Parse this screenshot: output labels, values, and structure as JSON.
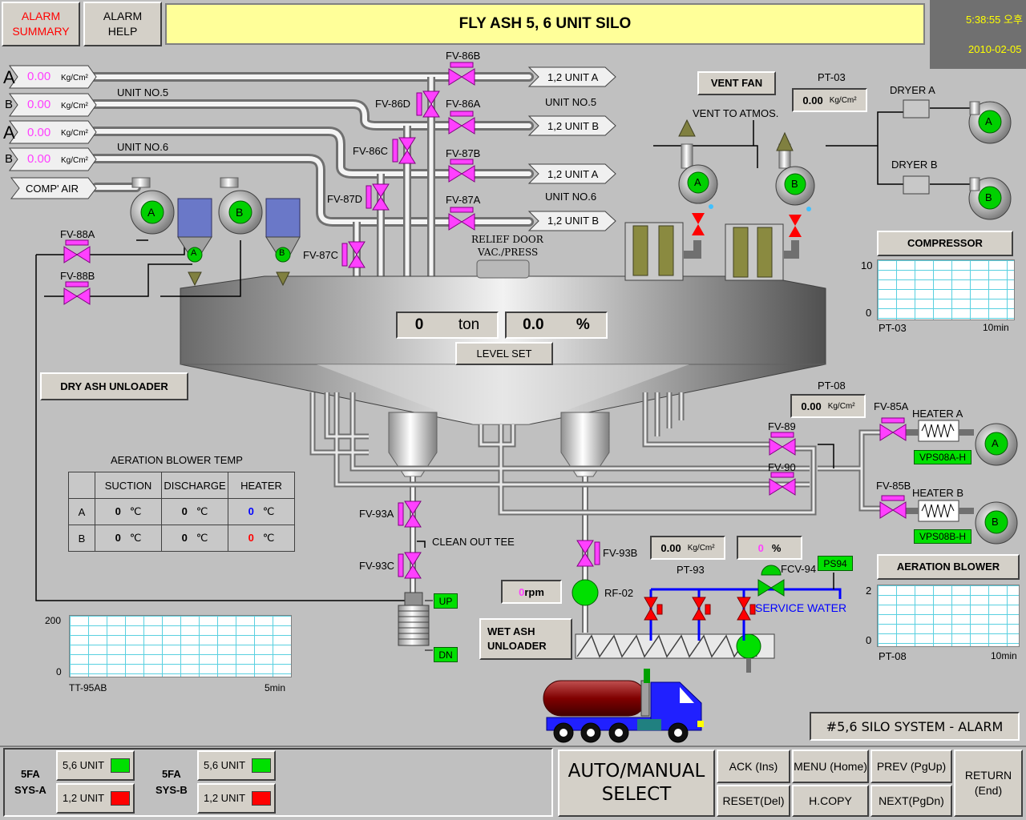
{
  "header": {
    "alarm_summary": "ALARM\nSUMMARY",
    "alarm_help": "ALARM\nHELP",
    "title": "FLY  ASH  5, 6 UNIT SILO",
    "time": "5:38:55 오후",
    "date": "2010-02-05"
  },
  "inlets": [
    {
      "letter": "A",
      "value": "0.00",
      "unit": "Kg/Cm²"
    },
    {
      "letter": "B",
      "value": "0.00",
      "unit": "Kg/Cm²"
    },
    {
      "letter": "A",
      "value": "0.00",
      "unit": "Kg/Cm²"
    },
    {
      "letter": "B",
      "value": "0.00",
      "unit": "Kg/Cm²"
    }
  ],
  "unit_labels": {
    "unit5": "UNIT NO.5",
    "unit6": "UNIT NO.6",
    "unit5_right": "UNIT NO.5",
    "unit6_right": "UNIT NO.6"
  },
  "comp_air": "COMP' AIR",
  "outlets": [
    "1,2 UNIT A",
    "1,2 UNIT B",
    "1,2 UNIT A",
    "1,2 UNIT B"
  ],
  "valves": {
    "fv86b": "FV-86B",
    "fv86d": "FV-86D",
    "fv86a": "FV-86A",
    "fv86c": "FV-86C",
    "fv87b": "FV-87B",
    "fv87d": "FV-87D",
    "fv87a": "FV-87A",
    "fv87c": "FV-87C",
    "fv88a": "FV-88A",
    "fv88b": "FV-88B",
    "fv89": "FV-89",
    "fv90": "FV-90",
    "fv85a": "FV-85A",
    "fv85b": "FV-85B",
    "fv93a": "FV-93A",
    "fv93c": "FV-93C",
    "fv93b": "FV-93B",
    "fcv94": "FCV-94"
  },
  "relief_door": "RELIEF DOOR",
  "vac_press": "VAC./PRESS",
  "vent_fan_button": "VENT FAN",
  "vent_to_atmos": "VENT TO ATMOS.",
  "pt03": {
    "label": "PT-03",
    "value": "0.00",
    "unit": "Kg/Cm²"
  },
  "dryer_a": "DRYER A",
  "dryer_b": "DRYER B",
  "compressor_button": "COMPRESSOR",
  "trend_pt03": {
    "max": "10",
    "min": "0",
    "name": "PT-03",
    "span": "10min"
  },
  "silo": {
    "level_ton": "0",
    "ton_unit": "ton",
    "level_pct": "0.0",
    "pct_unit": "%",
    "level_set": "LEVEL SET"
  },
  "dry_ash_unloader": "DRY ASH UNLOADER",
  "aeration_temp": {
    "title": "AERATION BLOWER TEMP",
    "headers": [
      "SUCTION",
      "DISCHARGE",
      "HEATER"
    ],
    "rows": [
      {
        "name": "A",
        "suction": "0",
        "discharge": "0",
        "heater": "0"
      },
      {
        "name": "B",
        "suction": "0",
        "discharge": "0",
        "heater": "0"
      }
    ],
    "unit": "℃",
    "colors": {
      "heater_a": "#0000ff",
      "heater_b": "#ff0000"
    }
  },
  "clean_out_tee": "CLEAN OUT TEE",
  "pt08": {
    "label": "PT-08",
    "value": "0.00",
    "unit": "Kg/Cm²"
  },
  "heater_a": "HEATER A",
  "heater_b": "HEATER B",
  "vps08a": "VPS08A-H",
  "vps08b": "VPS08B-H",
  "aeration_blower_button": "AERATION BLOWER",
  "trend_pt08": {
    "max": "2",
    "min": "0",
    "name": "PT-08",
    "span": "10min"
  },
  "pt93": {
    "label": "PT-93",
    "value": "0.00",
    "unit": "Kg/Cm²"
  },
  "water_pct": {
    "value": "0",
    "unit": "%"
  },
  "ps94": "PS94",
  "service_water": "SERVICE WATER",
  "rf02": {
    "label": "RF-02",
    "value": "0",
    "unit": "rpm"
  },
  "wet_ash_unloader": "WET ASH\nUNLOADER",
  "up": "UP",
  "dn": "DN",
  "trend_tt95": {
    "max": "200",
    "min": "0",
    "name": "TT-95AB",
    "span": "5min"
  },
  "status_banner": "#5,6 SILO SYSTEM -  ALARM",
  "footer": {
    "sys_a": "5FA\nSYS-A",
    "sys_b": "5FA\nSYS-B",
    "unit56": "5,6 UNIT",
    "unit12": "1,2 UNIT",
    "auto_manual": "AUTO/MANUAL\nSELECT",
    "ack": "ACK (Ins)",
    "menu": "MENU (Home)",
    "prev": "PREV (PgUp)",
    "ret": "RETURN\n(End)",
    "reset": "RESET(Del)",
    "hcopy": "H.COPY",
    "next": "NEXT(PgDn)"
  },
  "pump_letters": {
    "a": "A",
    "b": "B"
  }
}
